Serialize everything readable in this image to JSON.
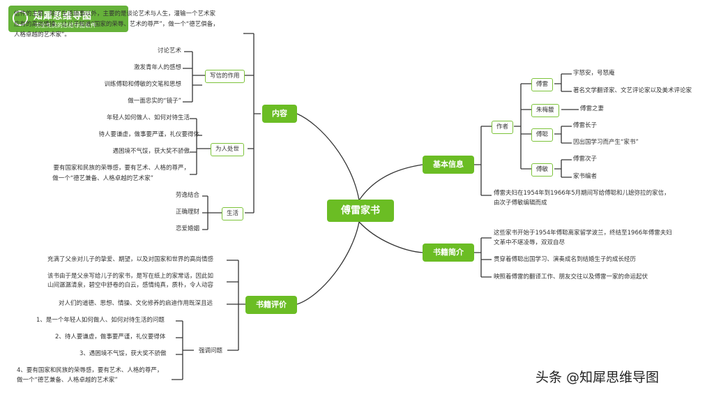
{
  "root": "傅雷家书",
  "logo": {
    "title": "知犀思维导图",
    "subtitle": "完全免费的思维导图软件"
  },
  "watermark": "头条 @知犀思维导图",
  "intro": {
    "line1": "信件的主题，除了生活琐事以外，主要的是谈论艺术与人生，灌输一个艺术家",
    "line2": "应有的高尚情操，让儿子知道“国家的荣辱、艺术的尊严”，做一个“德艺俱备，",
    "line3": "人格卓越的艺术家”。"
  },
  "branches": {
    "content": {
      "label": "内容",
      "letter": {
        "label": "写信的作用",
        "items": [
          "讨论艺术",
          "激发青年人的感想",
          "训练傅聪和傅敏的文笔和思想",
          "做一面忠实的“镜子”"
        ]
      },
      "conduct": {
        "label": "为人处世",
        "items": [
          "年轻人如何做人、如何对待生活",
          "待人要谦虚，做事要严谨，礼仪要得体",
          "遇困境不气馁，获大奖不骄傲",
          "要有国家和民族的荣辱感，要有艺术、人格的尊严，",
          "做一个“德艺兼备、人格卓越的艺术家”"
        ]
      },
      "life": {
        "label": "生活",
        "items": [
          "劳逸结合",
          "正确理财",
          "恋爱婚姻"
        ]
      }
    },
    "basic": {
      "label": "基本信息",
      "author": {
        "label": "作者",
        "fulei": {
          "label": "傅雷",
          "items": [
            "字怒安，号怒庵",
            "著名文学翻译家、文艺评论家以及美术评论家"
          ]
        },
        "zhu": {
          "label": "朱梅馥",
          "items": [
            "傅雷之妻"
          ]
        },
        "fucong": {
          "label": "傅聪",
          "items": [
            "傅雷长子",
            "因出国学习而产生“家书”"
          ]
        },
        "fumin": {
          "label": "傅敏",
          "items": [
            "傅雷次子",
            "家书编者"
          ]
        }
      },
      "note1": "傅雷夫妇在1954年到1966年5月期间写给傅聪和儿媳弥拉的家信，",
      "note2": "由次子傅敏编辑而成"
    },
    "intro_book": {
      "label": "书籍简介",
      "items": [
        "这些家书开始于1954年傅聪离家留学波兰，终结至1966年傅雷夫妇",
        "文革中不堪凌辱，双双自尽",
        "贯穿着傅聪出国学习、演奏成名到结婚生子的成长经历",
        "映照着傅雷的翻译工作、朋友交往以及傅雷一家的命运起伏"
      ]
    },
    "review": {
      "label": "书籍评价",
      "items": [
        "充满了父亲对儿子的挚爱、期望，以及对国家和世界的高尚情感",
        "该书由于是父亲写给儿子的家书，是写在纸上的家常话，因此如",
        "山间潺潺清泉，碧空中舒卷的白云，感情纯真，质朴，令人动容",
        "对人们的道德、思想、情操、文化修养的启迪作用既深且远"
      ],
      "emphasis": {
        "label": "强调问题",
        "items": [
          "1、是一个年轻人如何做人、如何对待生活的问题",
          "2、待人要谦虚，做事要严谨，礼仪要得体",
          "3、遇困境不气馁，获大奖不骄傲",
          "4、要有国家和民族的荣辱感，要有艺术、人格的尊严，",
          "做一个“德艺兼备、人格卓越的艺术家”"
        ]
      }
    }
  },
  "colors": {
    "accent": "#6bbd24",
    "line": "#333333",
    "subline": "#7cc33a"
  }
}
